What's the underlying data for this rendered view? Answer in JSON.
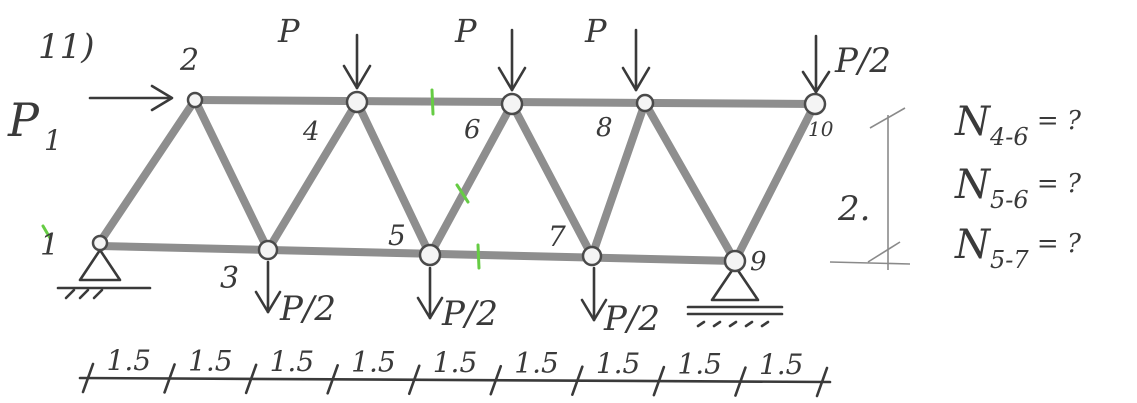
{
  "problem_number": "11)",
  "load_labels": {
    "p1": "P",
    "p1_sub": "1",
    "p_top_4": "P",
    "p_top_6": "P",
    "p_top_8": "P",
    "p_top_10": "P/2",
    "p_bottom_3": "P/2",
    "p_bottom_5": "P/2",
    "p_bottom_7": "P/2"
  },
  "node_labels": [
    "1",
    "2",
    "3",
    "4",
    "5",
    "6",
    "7",
    "8",
    "9",
    "10"
  ],
  "spans": [
    "1.5",
    "1.5",
    "1.5",
    "1.5",
    "1.5",
    "1.5",
    "1.5",
    "1.5",
    "1.5"
  ],
  "height_label": "2.",
  "questions": [
    {
      "N": "N",
      "sub": "4-6",
      "tail": " = ?"
    },
    {
      "N": "N",
      "sub": "5-6",
      "tail": " = ?"
    },
    {
      "N": "N",
      "sub": "5-7",
      "tail": " = ?"
    }
  ],
  "colors": {
    "member": "#8e8e8e",
    "ink": "#3a3a3a",
    "green_marks": "#66cc44"
  }
}
